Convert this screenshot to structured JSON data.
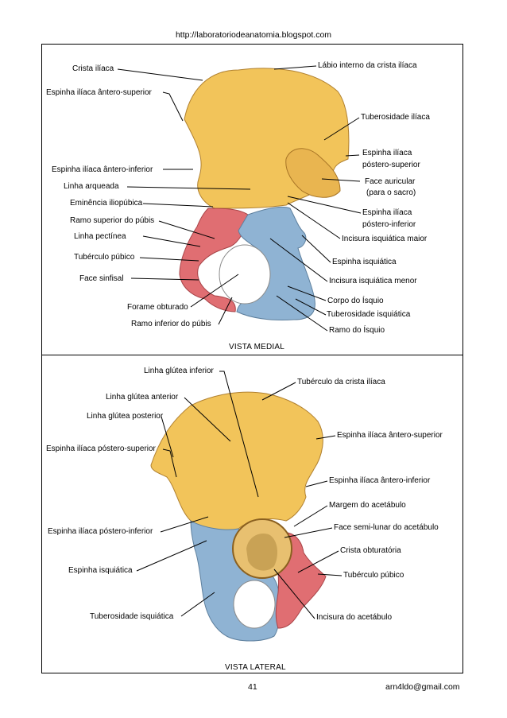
{
  "header": {
    "url": "http://laboratoriodeanatomia.blogspot.com"
  },
  "medial": {
    "title": "VISTA MEDIAL",
    "labels": {
      "crista_iliaca": "Crista ilíaca",
      "espinha_ant_sup": "Espinha ilíaca ântero-superior",
      "espinha_ant_inf": "Espinha ilíaca ântero-inferior",
      "linha_arqueada": "Linha arqueada",
      "eminencia": "Eminência iliopúbica",
      "ramo_sup_pubis": "Ramo superior do púbis",
      "linha_pectinea": "Linha pectínea",
      "tuberculo_pubico": "Tubérculo púbico",
      "face_sinfisal": "Face sinfisal",
      "forame_obturado": "Forame obturado",
      "ramo_inf_pubis": "Ramo inferior do púbis",
      "labio_interno": "Lábio interno da crista ilíaca",
      "tuberosidade_iliaca": "Tuberosidade ilíaca",
      "espinha_post_sup_1": "Espinha ilíaca",
      "espinha_post_sup_2": "póstero-superior",
      "face_auricular_1": "Face auricular",
      "face_auricular_2": "(para o sacro)",
      "espinha_post_inf_1": "Espinha ilíaca",
      "espinha_post_inf_2": "póstero-inferior",
      "incisura_maior": "Incisura isquiática maior",
      "espinha_isquiatica": "Espinha isquiática",
      "incisura_menor": "Incisura isquiática menor",
      "corpo_isquio": "Corpo do Ísquio",
      "tuberosidade_isquiatica": "Tuberosidade isquiática",
      "ramo_isquio": "Ramo do Ísquio"
    }
  },
  "lateral": {
    "title": "VISTA LATERAL",
    "labels": {
      "linha_glutea_inf": "Linha glútea inferior",
      "linha_glutea_ant": "Linha glútea anterior",
      "linha_glutea_post": "Linha glútea posterior",
      "espinha_post_sup": "Espinha ilíaca póstero-superior",
      "espinha_post_inf": "Espinha ilíaca póstero-inferior",
      "espinha_isquiatica": "Espinha isquiática",
      "tuberosidade_isquiatica": "Tuberosidade isquiática",
      "tuberculo_crista": "Tubérculo da crista ilíaca",
      "espinha_ant_sup": "Espinha ilíaca ântero-superior",
      "espinha_ant_inf": "Espinha ilíaca ântero-inferior",
      "margem_acetabulo": "Margem do acetábulo",
      "face_semilunar": "Face semi-lunar do acetábulo",
      "crista_obturatoria": "Crista obturatória",
      "tuberculo_pubico": "Tubérculo púbico",
      "incisura_acetabulo": "Incisura do acetábulo"
    }
  },
  "footer": {
    "page": "41",
    "email": "arn4ldo@gmail.com"
  },
  "colors": {
    "ilium": "#f2c45a",
    "ischium": "#8fb3d3",
    "pubis": "#e06e72"
  }
}
